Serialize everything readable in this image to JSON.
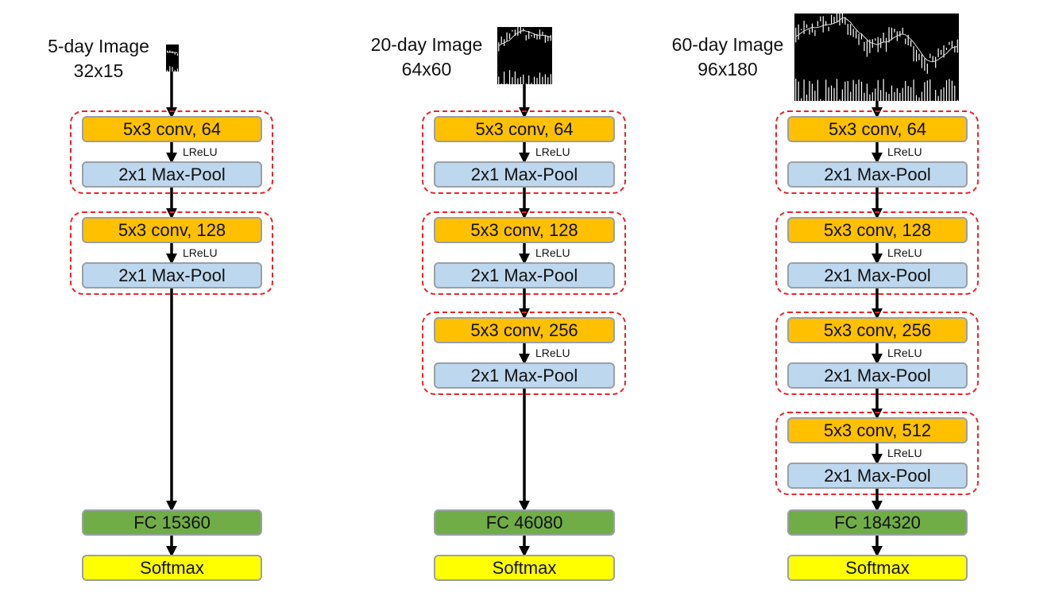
{
  "columns": [
    {
      "title": "5-day Image",
      "size": "32x15",
      "image_icon": "candlestick-chart-thumbnail-icon",
      "blocks": [
        {
          "conv": "5x3 conv, 64",
          "activation": "LReLU",
          "pool": "2x1 Max-Pool"
        },
        {
          "conv": "5x3 conv, 128",
          "activation": "LReLU",
          "pool": "2x1 Max-Pool"
        }
      ],
      "fc": "FC 15360",
      "softmax": "Softmax"
    },
    {
      "title": "20-day Image",
      "size": "64x60",
      "image_icon": "candlestick-chart-thumbnail-icon",
      "blocks": [
        {
          "conv": "5x3 conv, 64",
          "activation": "LReLU",
          "pool": "2x1 Max-Pool"
        },
        {
          "conv": "5x3 conv, 128",
          "activation": "LReLU",
          "pool": "2x1 Max-Pool"
        },
        {
          "conv": "5x3 conv, 256",
          "activation": "LReLU",
          "pool": "2x1 Max-Pool"
        }
      ],
      "fc": "FC 46080",
      "softmax": "Softmax"
    },
    {
      "title": "60-day Image",
      "size": "96x180",
      "image_icon": "candlestick-chart-thumbnail-icon",
      "blocks": [
        {
          "conv": "5x3 conv, 64",
          "activation": "LReLU",
          "pool": "2x1 Max-Pool"
        },
        {
          "conv": "5x3 conv, 128",
          "activation": "LReLU",
          "pool": "2x1 Max-Pool"
        },
        {
          "conv": "5x3 conv, 256",
          "activation": "LReLU",
          "pool": "2x1 Max-Pool"
        },
        {
          "conv": "5x3 conv, 512",
          "activation": "LReLU",
          "pool": "2x1 Max-Pool"
        }
      ],
      "fc": "FC 184320",
      "softmax": "Softmax"
    }
  ],
  "colors": {
    "conv": "#ffc000",
    "pool": "#bdd7ee",
    "fc": "#70ad47",
    "softmax": "#ffff00",
    "block_border": "#e8232a",
    "box_border": "#9aa0a6"
  }
}
